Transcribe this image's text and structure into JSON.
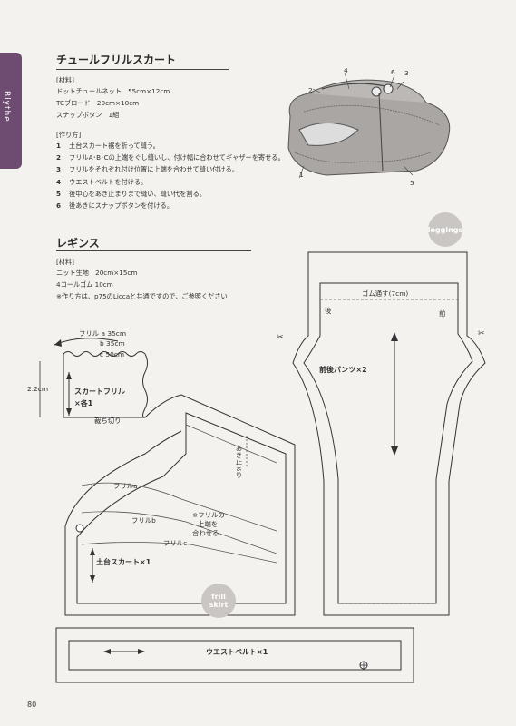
{
  "side_tab": {
    "label": "Blythe"
  },
  "skirt": {
    "title": "チュールフリルスカート",
    "materials_header": "[材料]",
    "materials": [
      "ドットチュールネット　55cm×12cm",
      "TCブロード　20cm×10cm",
      "スナップボタン　1組"
    ],
    "steps_header": "[作り方]",
    "steps": [
      {
        "n": "1",
        "text": "土台スカート裾を折って縫う。"
      },
      {
        "n": "2",
        "text": "フリルA･B･Cの上端をぐし縫いし、付け幅に合わせてギャザーを寄せる。"
      },
      {
        "n": "3",
        "text": "フリルをそれぞれ付け位置に上端を合わせて縫い付ける。"
      },
      {
        "n": "4",
        "text": "ウエストベルトを付ける。"
      },
      {
        "n": "5",
        "text": "後中心をあき止まりまで縫い、縫い代を割る。"
      },
      {
        "n": "6",
        "text": "後あきにスナップボタンを付ける。"
      }
    ],
    "illustration_numbers": [
      "1",
      "2",
      "3",
      "4",
      "5",
      "6"
    ]
  },
  "leggings": {
    "title": "レギンス",
    "materials_header": "[材料]",
    "materials": [
      "ニット生地　20cm×15cm",
      "4コールゴム 10cm",
      "※作り方は、p75のLiccaと共通ですので、ご参照ください"
    ],
    "badge": "leggings"
  },
  "pattern_leggings": {
    "elastic_label": "ゴム通す(7cm)",
    "back_label": "後",
    "front_label": "前",
    "piece_label": "前後パンツ×2"
  },
  "pattern_skirt": {
    "frill_a": "フリル a  35cm",
    "frill_b": "b  35cm",
    "frill_c": "c  50cm",
    "height": "2.2cm",
    "frill_piece_line1": "スカートフリル",
    "frill_piece_line2": "×各1",
    "cut_off": "裁ち切り",
    "opening_end": "あき止まり",
    "line_a": "フリルa",
    "line_b": "フリルb",
    "line_c": "フリルc",
    "note_line1": "※フリルの",
    "note_line2": "上端を",
    "note_line3": "合わせる",
    "base_skirt": "土台スカート×1",
    "badge_line1": "frill",
    "badge_line2": "skirt"
  },
  "waistband": {
    "label": "ウエストベルト×1"
  },
  "page": {
    "number": "80"
  }
}
